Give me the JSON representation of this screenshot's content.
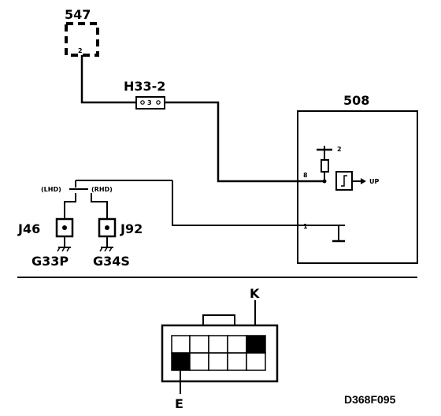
{
  "components": {
    "connector_547": {
      "label": "547",
      "pin": "2"
    },
    "fuse_h33_2": {
      "label": "H33-2",
      "pin": "3"
    },
    "module_508": {
      "label": "508",
      "input_top_pin": "8",
      "supply_ref": "2",
      "output_label": "UP",
      "ground_pin": "1"
    },
    "junction_j46": {
      "label": "J46"
    },
    "junction_j92": {
      "label": "J92"
    },
    "ground_g33p": {
      "label": "G33P"
    },
    "ground_g34s": {
      "label": "G34S"
    },
    "lhd_label": "(LHD)",
    "rhd_label": "(RHD)"
  },
  "connector_view": {
    "pin_k_label": "K",
    "pin_e_label": "E"
  },
  "figure_code": "D368F095"
}
